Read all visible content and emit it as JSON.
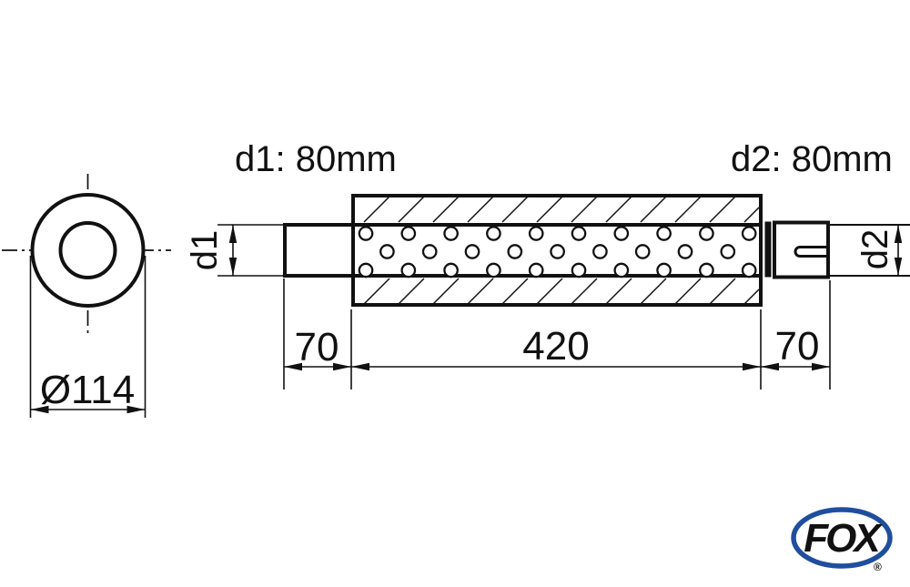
{
  "front_view": {
    "diameter_label": "Ø114"
  },
  "side_view": {
    "inlet_header": "d1: 80mm",
    "outlet_header": "d2: 80mm",
    "inlet_dim_label": "d1",
    "outlet_dim_label": "d2",
    "dims": {
      "inlet_length": "70",
      "body_length": "420",
      "outlet_length": "70"
    }
  },
  "logo": {
    "text": "FOX",
    "registered_mark": "®",
    "color": "#1f4e9e"
  },
  "colors": {
    "line": "#111111",
    "background": "#ffffff"
  }
}
